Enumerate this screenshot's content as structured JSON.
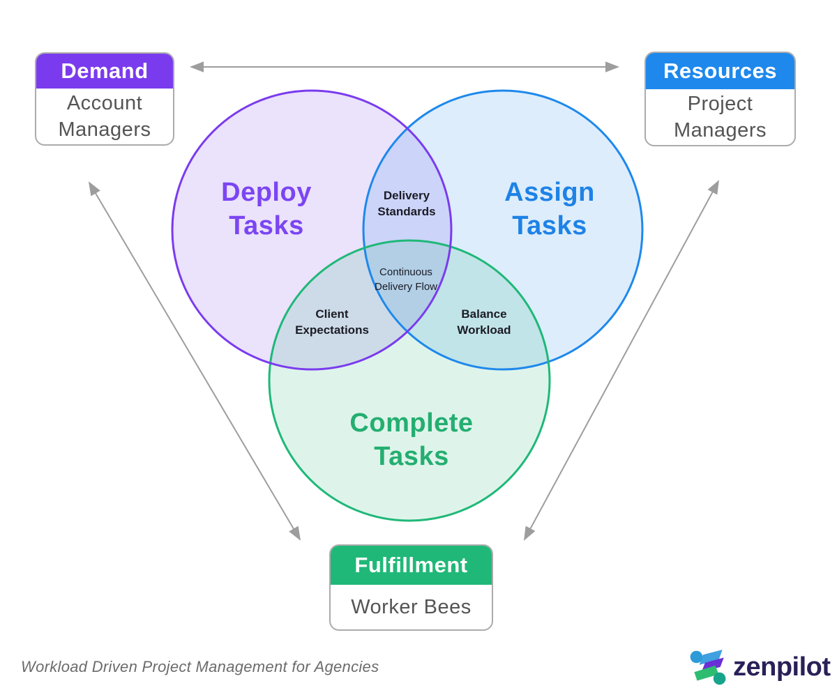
{
  "venn": {
    "circles": [
      {
        "name": "deploy",
        "title": "Deploy Tasks",
        "stroke": "#7A3BEE",
        "text_color": "#7B45F2",
        "fill": "rgba(122,59,238,0.15)"
      },
      {
        "name": "assign",
        "title": "Assign Tasks",
        "stroke": "#1E88EC",
        "text_color": "#1E82E6",
        "fill": "rgba(30,136,236,0.15)"
      },
      {
        "name": "complete",
        "title": "Complete Tasks",
        "stroke": "#1FB878",
        "text_color": "#24AE70",
        "fill": "rgba(32,184,120,0.15)"
      }
    ],
    "overlaps": {
      "deploy_assign": "Delivery Standards",
      "deploy_complete": "Client Expectations",
      "assign_complete": "Balance Workload",
      "center": "Continuous Delivery Flow"
    }
  },
  "badges": [
    {
      "header": "Demand",
      "body": "Account Managers",
      "header_color": "#7A3BEE"
    },
    {
      "header": "Resources",
      "body": "Project Managers",
      "header_color": "#1E88EC"
    },
    {
      "header": "Fulfillment",
      "body": "Worker Bees",
      "header_color": "#20B878"
    }
  ],
  "arrows": {
    "color": "#9D9D9D"
  },
  "footer": {
    "caption": "Workload Driven Project Management for Agencies",
    "brand": "zenpilot"
  }
}
